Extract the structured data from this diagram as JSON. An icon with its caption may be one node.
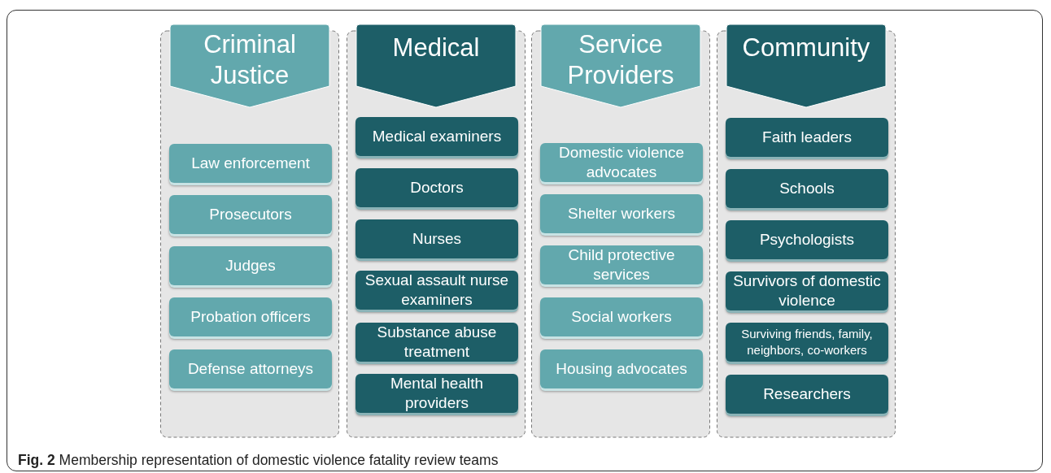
{
  "diagram": {
    "caption": "**Fig. 2** Membership representation of domestic violence fatality review teams",
    "nodes": [
      {
        "text": [
          "Criminal Justice"
        ]
      },
      {
        "text": [
          "Law enforcement"
        ],
        "in": 0
      },
      {
        "text": [
          "Prosecutors"
        ],
        "in": 0
      },
      {
        "text": [
          "Judges"
        ],
        "in": 0
      },
      {
        "text": [
          "Probation officers"
        ],
        "in": 0
      },
      {
        "text": [
          "Defense attorneys"
        ],
        "in": 0
      },
      {
        "text": [
          "Medical"
        ]
      },
      {
        "text": [
          "Medical examiners"
        ],
        "in": 6
      },
      {
        "text": [
          "Doctors"
        ],
        "in": 6
      },
      {
        "text": [
          "Nurses"
        ],
        "in": 6
      },
      {
        "text": [
          "Sexual assault nurse examiners"
        ],
        "in": 6
      },
      {
        "text": [
          "Substance abuse treatment"
        ],
        "in": 6
      },
      {
        "text": [
          "Mental health providers"
        ],
        "in": 6
      },
      {
        "text": [
          "Service Providers"
        ]
      },
      {
        "text": [
          "Domestic violence advocates"
        ],
        "in": 13
      },
      {
        "text": [
          "Shelter workers"
        ],
        "in": 13
      },
      {
        "text": [
          "Child protective services"
        ],
        "in": 13
      },
      {
        "text": [
          "Social workers"
        ],
        "in": 13
      },
      {
        "text": [
          "Housing advocates"
        ],
        "in": 13
      },
      {
        "text": [
          "Community"
        ]
      },
      {
        "text": [
          "Faith leaders"
        ],
        "in": 19
      },
      {
        "text": [
          "Schools"
        ],
        "in": 19
      },
      {
        "text": [
          "Psychologists"
        ],
        "in": 19
      },
      {
        "text": [
          "Survivors of domestic violence"
        ],
        "in": 19
      },
      {
        "text": [
          "Surviving friends, family, neighbors, co-workers"
        ],
        "in": 19
      },
      {
        "text": [
          "Researchers"
        ],
        "in": 19
      }
    ]
  }
}
